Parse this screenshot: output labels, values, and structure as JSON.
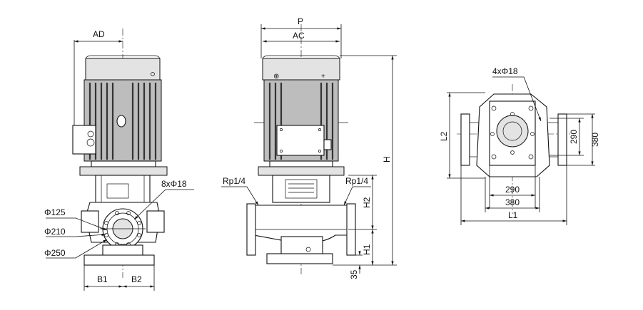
{
  "side_view": {
    "dim_AD": "AD",
    "dim_8xPhi18": "8xΦ18",
    "dim_Phi125": "Φ125",
    "dim_Phi210": "Φ210",
    "dim_Phi250": "Φ250",
    "dim_B1": "B1",
    "dim_B2": "B2"
  },
  "front_view": {
    "dim_P": "P",
    "dim_AC": "AC",
    "dim_H": "H",
    "dim_H1": "H1",
    "dim_H2": "H2",
    "dim_35": "35",
    "port_left": "Rp1/4",
    "port_right": "Rp1/4"
  },
  "top_view": {
    "dim_4xPhi18": "4xΦ18",
    "dim_L2": "L2",
    "dim_290_v": "290",
    "dim_380_v": "380",
    "dim_290_h": "290",
    "dim_380_h": "380",
    "dim_L1": "L1"
  }
}
